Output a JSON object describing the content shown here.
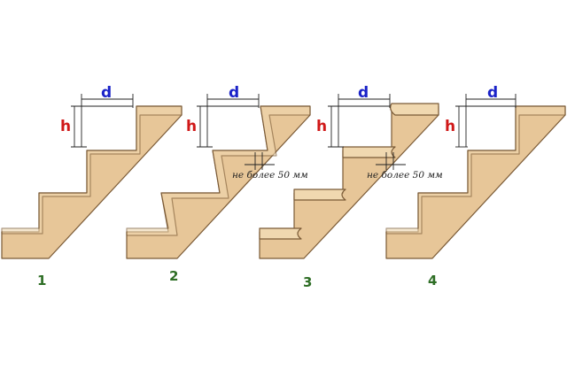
{
  "labels": {
    "d": "d",
    "h": "h",
    "note": "не более 50 мм"
  },
  "variants": [
    {
      "number": "1"
    },
    {
      "number": "2"
    },
    {
      "number": "3"
    },
    {
      "number": "4"
    }
  ],
  "colors": {
    "wood": "#e7c698",
    "outline": "#7a5a36",
    "d_label": "#1a22c8",
    "h_label": "#d01818",
    "number": "#2e6e25"
  }
}
